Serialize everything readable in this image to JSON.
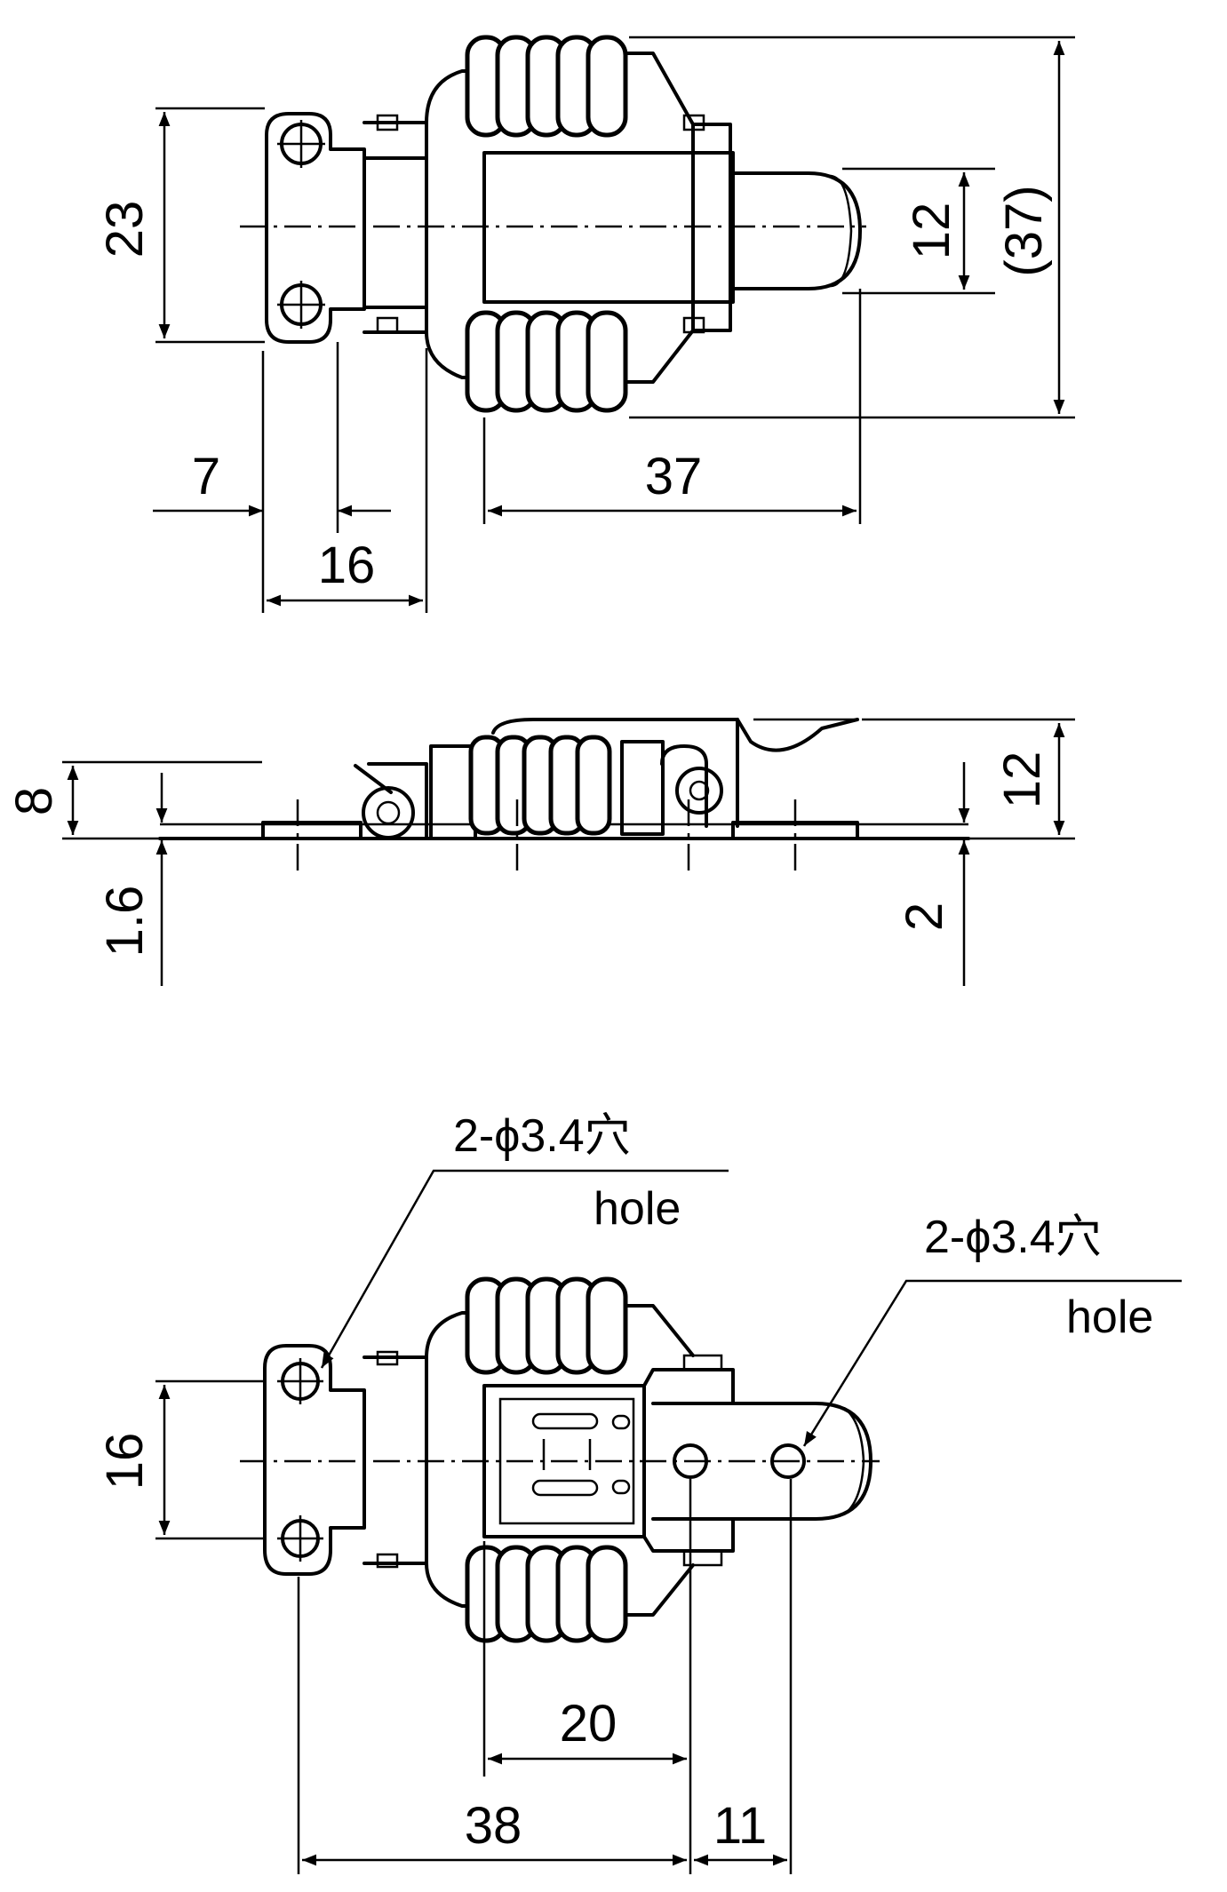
{
  "top_view": {
    "dims": {
      "height_holes": "23",
      "offset": "7",
      "flange": "16",
      "length": "37",
      "hook_width": "12",
      "total_width": "(37)"
    }
  },
  "side_view": {
    "dims": {
      "height_base": "8",
      "thickness": "1.6",
      "height_total": "12",
      "strike_thickness": "2"
    }
  },
  "bottom_view": {
    "dims": {
      "hole_spacing": "16",
      "inner": "20",
      "body": "38",
      "strike": "11"
    },
    "callout_left": {
      "spec": "2-ϕ3.4穴",
      "label": "hole"
    },
    "callout_right": {
      "spec": "2-ϕ3.4穴",
      "label": "hole"
    }
  }
}
